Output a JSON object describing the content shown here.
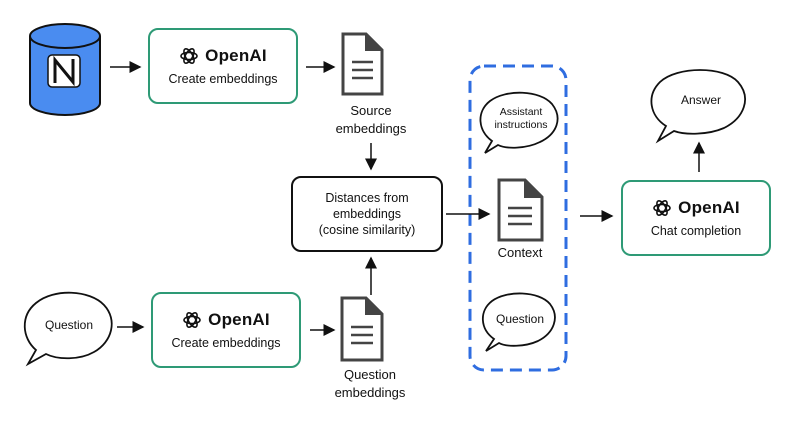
{
  "brand": "OpenAI",
  "steps": {
    "create_embeddings_top": "Create embeddings",
    "create_embeddings_bottom": "Create embeddings",
    "chat_completion": "Chat completion"
  },
  "captions": {
    "source_line1": "Source",
    "source_line2": "embeddings",
    "question_line1": "Question",
    "question_line2": "embeddings",
    "context": "Context"
  },
  "distances": {
    "line1": "Distances from",
    "line2": "embeddings",
    "line3": "(cosine similarity)"
  },
  "bubbles": {
    "question_input": "Question",
    "assistant_line1": "Assistant",
    "assistant_line2": "instructions",
    "context_question": "Question",
    "answer": "Answer"
  },
  "colors": {
    "step_border": "#2e9a76",
    "context_border": "#2f6de0",
    "database": "#4a8cf0",
    "document": "#444444"
  },
  "icons": [
    "database-icon",
    "openai-logo-icon",
    "document-icon",
    "speech-bubble-icon",
    "arrow-icon"
  ]
}
